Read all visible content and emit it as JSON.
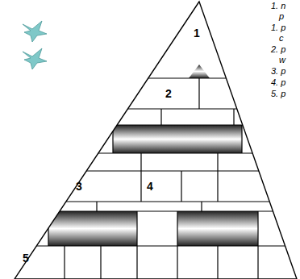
{
  "diagram": {
    "labels": [
      "1",
      "2",
      "3",
      "4",
      "5",
      "1. n",
      "p",
      "1. p",
      "c",
      "2. p",
      "w",
      "3. p",
      "4. p",
      "5. p"
    ]
  }
}
